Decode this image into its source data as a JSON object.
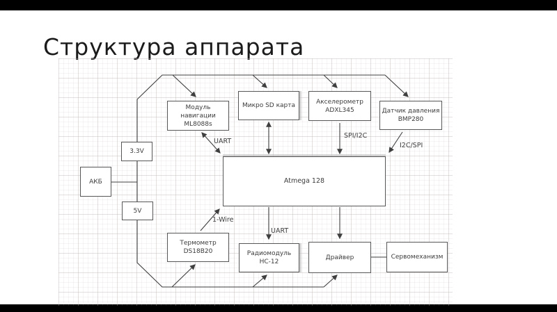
{
  "slide": {
    "title": "Структура аппарата"
  },
  "diagram": {
    "nodes": {
      "akb": {
        "label": "АКБ"
      },
      "v33": {
        "label": "3.3V"
      },
      "v5": {
        "label": "5V"
      },
      "nav": {
        "label": "Модуль навигации",
        "sublabel": "ML8088s"
      },
      "sd": {
        "label": "Микро SD карта"
      },
      "accel": {
        "label": "Акселерометр",
        "sublabel": "ADXL345"
      },
      "pressure": {
        "label": "Датчик давления",
        "sublabel": "BMP280"
      },
      "mcu": {
        "label": "Atmega 128"
      },
      "thermo": {
        "label": "Термометр",
        "sublabel": "DS18B20"
      },
      "radio": {
        "label": "Радиомодуль",
        "sublabel": "HC-12"
      },
      "driver": {
        "label": "Драйвер"
      },
      "servo": {
        "label": "Сервомеханизм"
      }
    },
    "bus_labels": {
      "nav_mcu": "UART",
      "accel_mcu": "SPI/I2C",
      "pressure_mcu": "I2C/SPI",
      "thermo_mcu": "1-Wire",
      "radio_mcu": "UART"
    },
    "colors": {
      "wire": "#3f3f3f",
      "box_border": "#565656",
      "box_fill": "#ffffff",
      "text": "#3b3b3b",
      "title_text": "#1b1b1b",
      "letterbox": "#000000",
      "grid_line": "#d8d0d0"
    }
  }
}
